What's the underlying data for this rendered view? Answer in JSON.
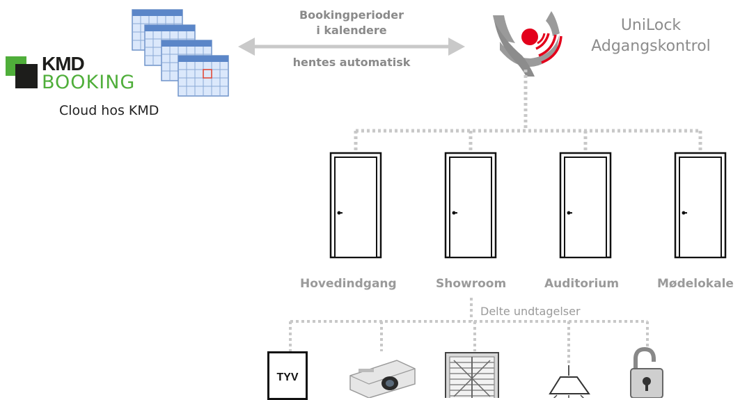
{
  "kmd_logo": {
    "brand": "KMD",
    "product": "BOOKING"
  },
  "cloud_label": "Cloud hos KMD",
  "sync_arrow": {
    "line1": "Bookingperioder",
    "line2": "i kalendere",
    "line3": "hentes automatisk"
  },
  "unilock": {
    "line1": "UniLock",
    "line2": "Adgangskontrol"
  },
  "doors": [
    {
      "label": "Hovedindgang"
    },
    {
      "label": "Showroom"
    },
    {
      "label": "Auditorium"
    },
    {
      "label": "Mødelokale"
    }
  ],
  "shared_exceptions_label": "Delte undtagelser",
  "devices": [
    {
      "icon": "alarm-sign-icon",
      "text": "TYV"
    },
    {
      "icon": "projector-icon"
    },
    {
      "icon": "ventilation-fan-icon"
    },
    {
      "icon": "ceiling-lamp-icon"
    },
    {
      "icon": "padlock-icon"
    }
  ],
  "colors": {
    "kmd_green": "#4fae3a",
    "unilock_red": "#e3001b",
    "connector_gray": "#c8c8c8",
    "arrow_gray": "#c9c9c9"
  }
}
